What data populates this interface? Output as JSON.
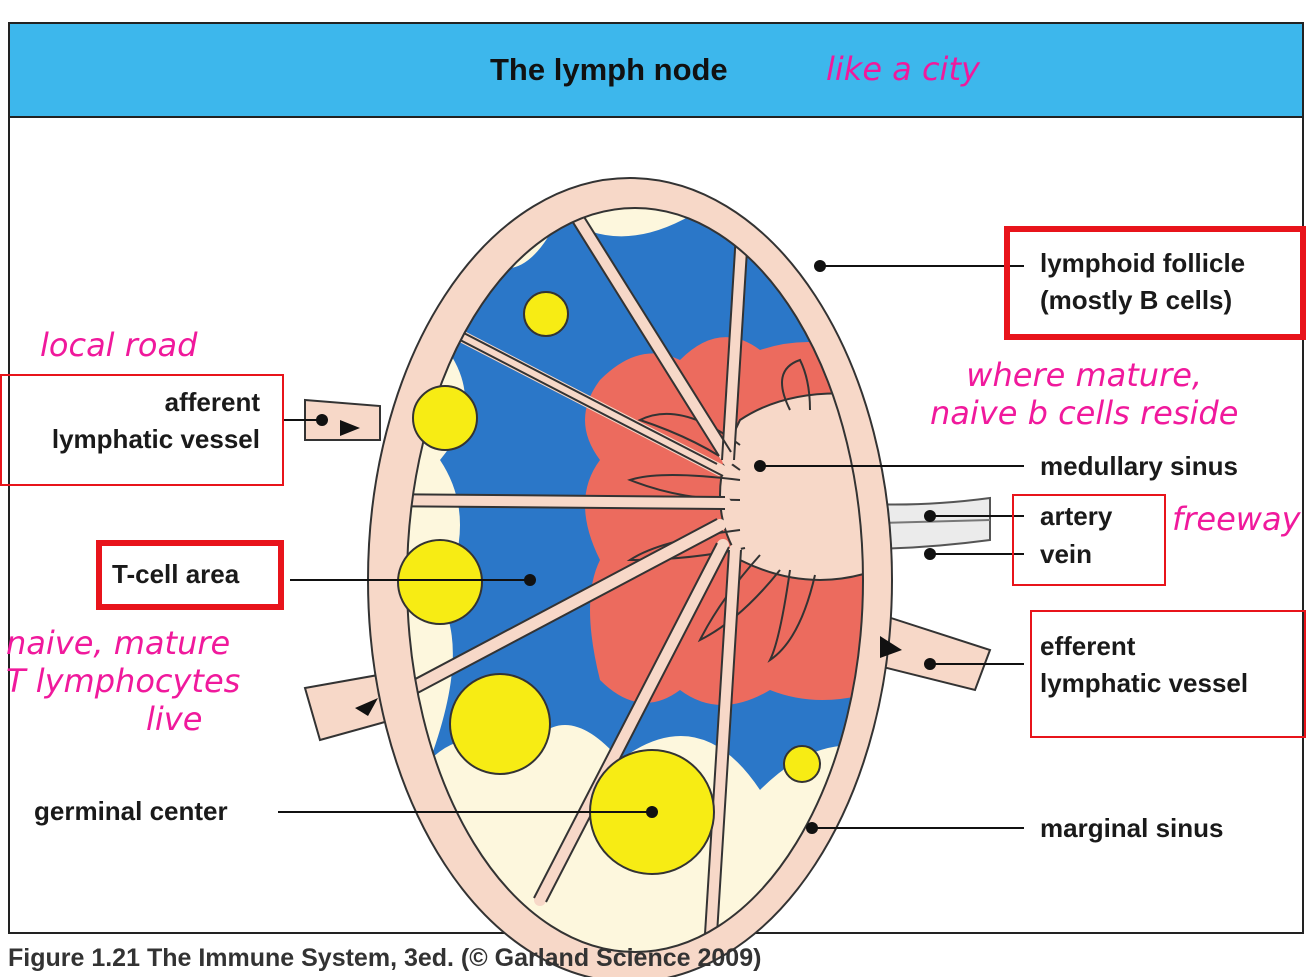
{
  "title": "The lymph node",
  "labels": {
    "lymphoid_follicle": [
      "lymphoid follicle",
      "(mostly B cells)"
    ],
    "afferent_vessel": [
      "afferent",
      "lymphatic vessel"
    ],
    "medullary_sinus": "medullary sinus",
    "artery": "artery",
    "vein": "vein",
    "t_cell_area": "T-cell area",
    "efferent_vessel": [
      "efferent",
      "lymphatic vessel"
    ],
    "germinal_center": "germinal center",
    "marginal_sinus": "marginal sinus"
  },
  "notes": {
    "city": "like a city",
    "local_road": "local road",
    "b_cells": [
      "where mature,",
      "naive b cells reside"
    ],
    "freeway": "freeway",
    "t_cells": [
      "naive, mature",
      "T lymphocytes",
      "live"
    ]
  },
  "caption": "Figure 1.21  The Immune System, 3ed. (© Garland Science 2009)",
  "colors": {
    "header": "#3db7ec",
    "capsule": "#f7d8c8",
    "follicle": "#fdf7dd",
    "germinal": "#f7ec14",
    "t_zone": "#2b77c8",
    "medulla": "#ec6b5e",
    "annotation": "#f0199c",
    "highlight_box": "#e8141b"
  }
}
